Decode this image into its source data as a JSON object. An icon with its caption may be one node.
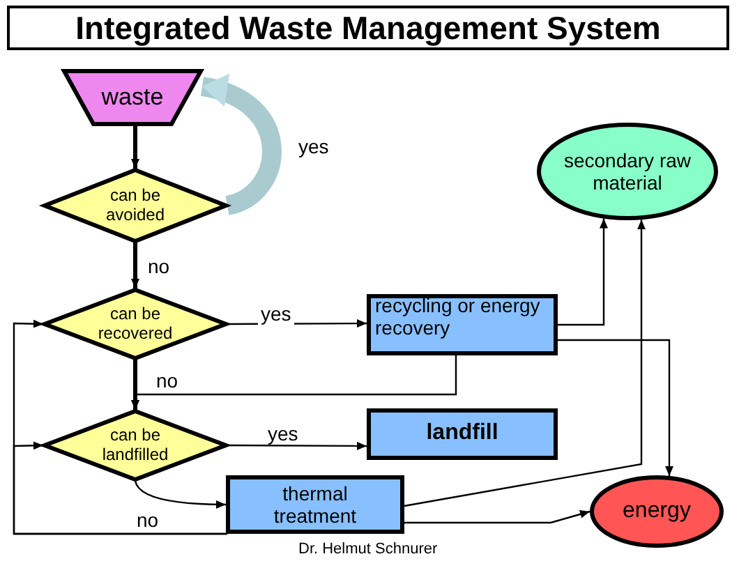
{
  "diagram": {
    "title": "Integrated Waste Management System",
    "nodes": [
      {
        "text": [
          "waste"
        ]
      },
      {
        "text": [
          "can be avoided"
        ]
      },
      {
        "text": [
          "can be recovered"
        ]
      },
      {
        "text": [
          "recycling or energy recovery"
        ]
      },
      {
        "text": [
          "secondary raw material"
        ]
      },
      {
        "text": [
          "can be landfilled"
        ]
      },
      {
        "text": [
          "landfill"
        ]
      },
      {
        "text": [
          "thermal treatment"
        ]
      },
      {
        "text": [
          "energy"
        ]
      }
    ],
    "edges": [
      {
        "from": 0,
        "to": 1,
        "arrow": "to",
        "style": "thick"
      },
      {
        "from": 1,
        "to": 0,
        "arrow": "to",
        "label": "yes",
        "style": "thick",
        "color": "#a9cbd0"
      },
      {
        "from": 1,
        "to": 2,
        "arrow": "to",
        "label": "no",
        "style": "thick"
      },
      {
        "from": 2,
        "to": 3,
        "arrow": "to",
        "label": "yes"
      },
      {
        "from": 3,
        "to": 4,
        "arrow": "to"
      },
      {
        "from": 3,
        "to": 8,
        "arrow": "to"
      },
      {
        "from": 3,
        "to": 5,
        "arrow": "to"
      },
      {
        "from": 2,
        "to": 5,
        "arrow": "to",
        "label": "no",
        "style": "thick"
      },
      {
        "from": 5,
        "to": 6,
        "arrow": "to",
        "label": "yes"
      },
      {
        "from": 5,
        "to": 7,
        "arrow": "to"
      },
      {
        "from": 7,
        "to": 4,
        "arrow": "to"
      },
      {
        "from": 7,
        "to": 8,
        "arrow": "to"
      },
      {
        "from": 7,
        "to": 2,
        "arrow": "to",
        "label": "no"
      },
      {
        "from": 7,
        "to": 5,
        "arrow": "to"
      }
    ],
    "labels": [
      "Dr. Helmut Schnurer"
    ]
  }
}
